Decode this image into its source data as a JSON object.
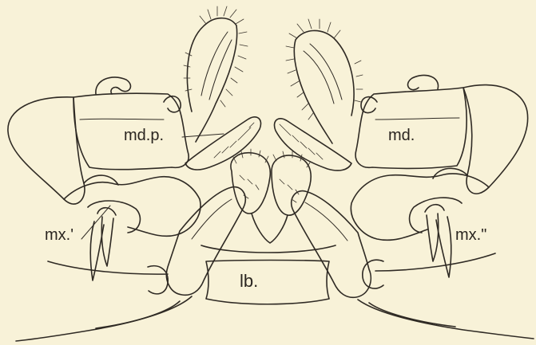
{
  "labels": {
    "mandibular_palp": "md.p.",
    "mandible": "md.",
    "first_maxilla": "mx.'",
    "second_maxilla": "mx.\"",
    "labium": "lb."
  },
  "colors": {
    "background": "#f8f2d8",
    "ink": "#2f2a24"
  }
}
